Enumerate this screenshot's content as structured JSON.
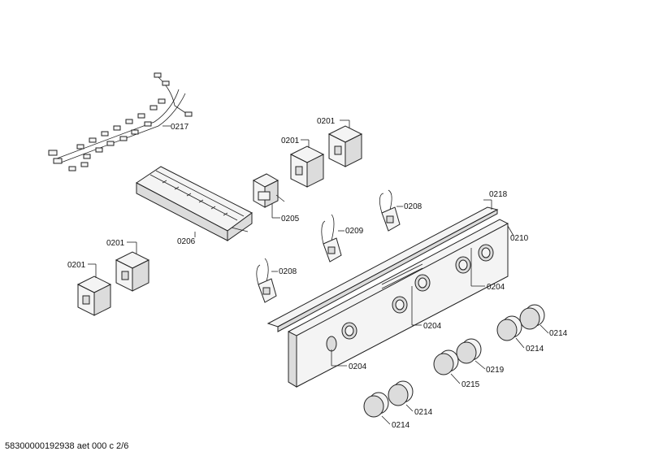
{
  "labels": {
    "harness": "0217",
    "bracket_a": "0201",
    "bracket_b": "0201",
    "bracket_c": "0201",
    "bracket_d": "0201",
    "switch": "0205",
    "terminal_block": "0206",
    "sensor_a": "0208",
    "sensor_b": "0208",
    "sensor_c": "0209",
    "strip": "0218",
    "panel": "0210",
    "light_a": "0204",
    "light_b": "0204",
    "light_c": "0204",
    "knob_a": "0214",
    "knob_b": "0214",
    "knob_c": "0214",
    "knob_d": "0214",
    "knob_e": "0219",
    "knob_f": "0215"
  },
  "footer": "58300000192938 aet 000 c 2/6"
}
